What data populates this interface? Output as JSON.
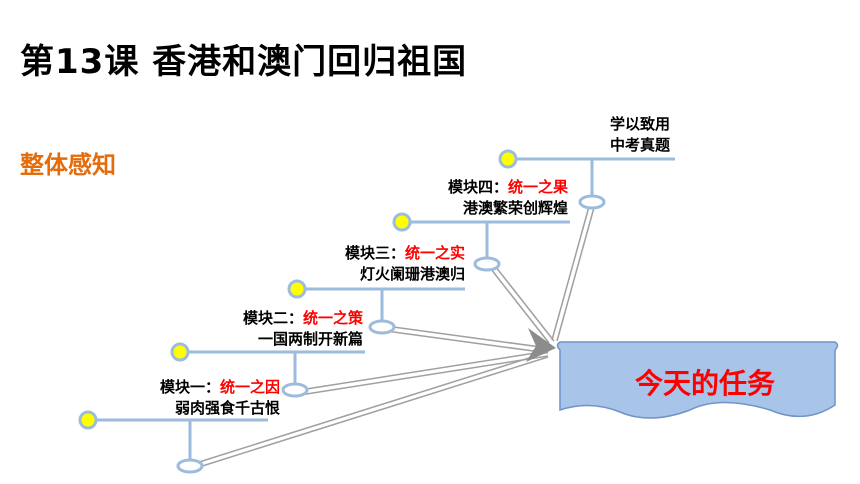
{
  "title": "第13课  香港和澳门回归祖国",
  "subtitle": "整体感知",
  "modules": [
    {
      "name": "模块一：",
      "theme": "统一之因",
      "desc": "弱肉强食千古恨"
    },
    {
      "name": "模块二：",
      "theme": "统一之策",
      "desc": "一国两制开新篇"
    },
    {
      "name": "模块三：",
      "theme": "统一之实",
      "desc": "灯火阑珊港澳归"
    },
    {
      "name": "模块四：",
      "theme": "统一之果",
      "desc": "港澳繁荣创辉煌"
    }
  ],
  "extra": {
    "line1": "学以致用",
    "line2": "中考真题"
  },
  "target": "今天的任务",
  "colors": {
    "line": "#9dbbdd",
    "dot": "#ffff00",
    "box": "#a8c4e8",
    "accent": "#ff0000",
    "subtitle": "#e46c0a"
  }
}
